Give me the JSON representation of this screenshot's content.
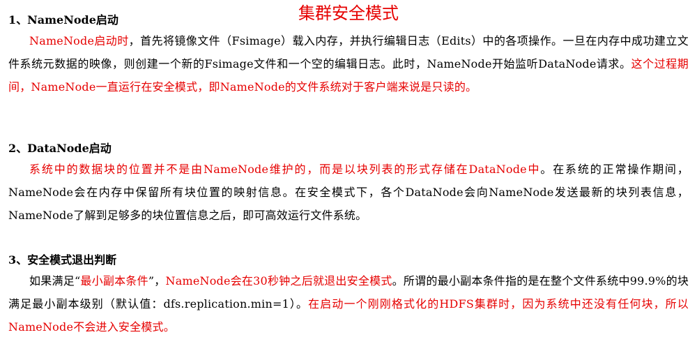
{
  "title": "集群安全模式",
  "sections": [
    {
      "heading": "1、NameNode启动",
      "runs": [
        {
          "text": "NameNode启动时",
          "color": "red"
        },
        {
          "text": "，首先将镜像文件（Fsimage）载入内存，并执行编辑日志（Edits）中的各项操作。一旦在内存中成功建立文件系统元数据的映像，则创建一个新的Fsimage文件和一个空的编辑日志。此时，NameNode开始监听DataNode请求。",
          "color": "black"
        },
        {
          "text": "这个过程期间，NameNode一直运行在安全模式，即NameNode的文件系统对于客户端来说是只读的。",
          "color": "red"
        }
      ]
    },
    {
      "heading": "2、DataNode启动",
      "runs": [
        {
          "text": "系统中的数据块的位置并不是由NameNode维护的，而是以块列表的形式存储在DataNode中",
          "color": "red"
        },
        {
          "text": "。在系统的正常操作期间，NameNode会在内存中保留所有块位置的映射信息。在安全模式下，各个DataNode会向NameNode发送最新的块列表信息，NameNode了解到足够多的块位置信息之后，即可高效运行文件系统。",
          "color": "black"
        }
      ]
    },
    {
      "heading": "3、安全模式退出判断",
      "runs": [
        {
          "text": "如果满足“",
          "color": "black"
        },
        {
          "text": "最小副本条件",
          "color": "red"
        },
        {
          "text": "”，",
          "color": "black"
        },
        {
          "text": "NameNode会在30秒钟之后就退出安全模式",
          "color": "red"
        },
        {
          "text": "。所谓的最小副本条件指的是在整个文件系统中99.9%的块满足最小副本级别（默认值：dfs.replication.min=1）。",
          "color": "black"
        },
        {
          "text": "在启动一个刚刚格式化的HDFS集群时，因为系统中还没有任何块，所以NameNode不会进入安全模式。",
          "color": "red"
        }
      ]
    }
  ]
}
